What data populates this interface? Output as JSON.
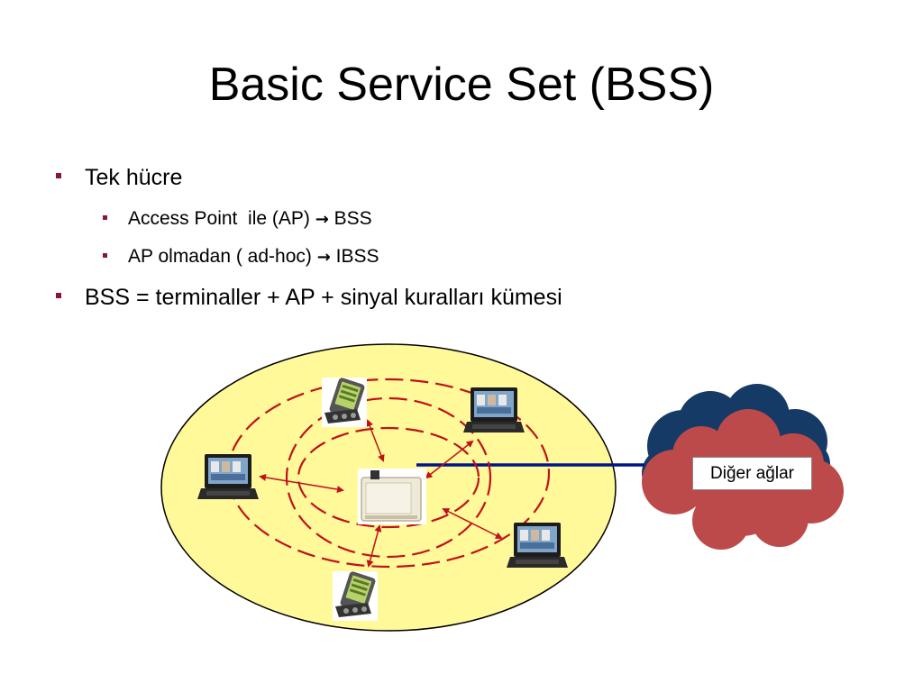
{
  "title": "Basic Service Set (BSS)",
  "bullets": [
    {
      "level": 1,
      "text": "Tek hücre"
    },
    {
      "level": 2,
      "text_before": "Access Point  ile (AP) ",
      "arrow": "→",
      "text_after": " BSS"
    },
    {
      "level": 2,
      "text_before": "AP olmadan ( ad-hoc) ",
      "arrow": "→",
      "text_after": " IBSS"
    },
    {
      "level": 1,
      "text": "BSS =  terminaller + AP + sinyal kuralları kümesi"
    }
  ],
  "diagram": {
    "cloud_label": "Diğer ağlar",
    "colors": {
      "cell": "#fff99a",
      "ring": "#c0121a",
      "link": "#00158a",
      "cloud_back": "#163a66",
      "cloud_front": "#bd4a4a"
    },
    "devices": [
      {
        "type": "pda",
        "icon": "pda-icon"
      },
      {
        "type": "laptop",
        "icon": "laptop-icon"
      },
      {
        "type": "laptop",
        "icon": "laptop-icon"
      },
      {
        "type": "laptop",
        "icon": "laptop-icon"
      },
      {
        "type": "pda",
        "icon": "pda-icon"
      },
      {
        "type": "access-point",
        "icon": "access-point-icon"
      }
    ]
  }
}
